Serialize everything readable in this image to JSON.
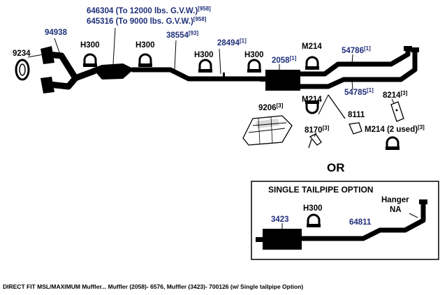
{
  "labels": {
    "p9234": "9234",
    "p94938": "94938",
    "p646304": "646304 (To 12000 lbs. G.V.W.)",
    "p646304_sup": "[958]",
    "p645316": "645316 (To 9000 lbs. G.V.W.)",
    "p645316_sup": "[958]",
    "h300_a": "H300",
    "h300_b": "H300",
    "p38554": "38554",
    "p38554_sup": "[93]",
    "h300_c": "H300",
    "p28494": "28494",
    "p28494_sup": "[1]",
    "h300_d": "H300",
    "p2058": "2058",
    "p2058_sup": "[1]",
    "m214_a": "M214",
    "p54786": "54786",
    "p54786_sup": "[1]",
    "p54785": "54785",
    "p54785_sup": "[1]",
    "p8214": "8214",
    "p8214_sup": "[3]",
    "p9206": "9206",
    "p9206_sup": "[3]",
    "m214_b": "M214",
    "p8111": "8111",
    "p8170": "8170",
    "p8170_sup": "[3]",
    "m214_c": "M214 (2 used)",
    "m214_c_sup": "[3]"
  },
  "or_text": "OR",
  "single_tailpipe": {
    "title": "SINGLE TAILPIPE OPTION",
    "p3423": "3423",
    "h300": "H300",
    "p64811": "64811",
    "hanger_line1": "Hanger",
    "hanger_line2": "NA"
  },
  "caption": "DIRECT FIT MSL/MAXIMUM Muffler... Muffler (2058)- 6576, Muffler (3423)- 700126 (w/ Single tailpipe Option)",
  "colors": {
    "part_number_blue": "#1f2f7a",
    "ink": "#000000"
  }
}
